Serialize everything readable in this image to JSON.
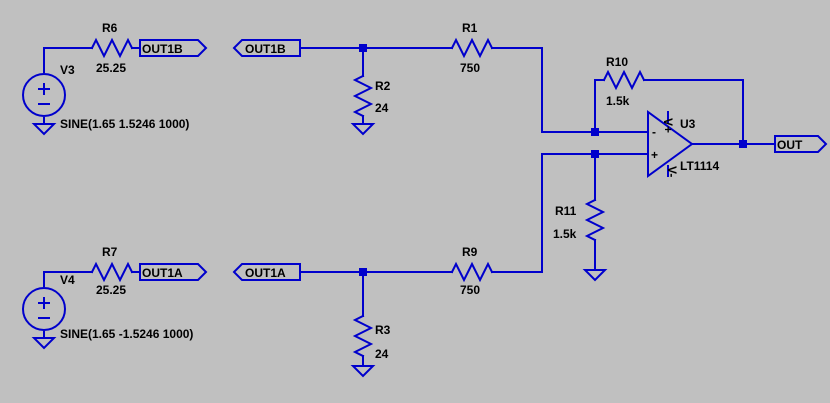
{
  "schematic": {
    "sources": [
      {
        "name": "V3",
        "value": "SINE(1.65 1.5246 1000)"
      },
      {
        "name": "V4",
        "value": "SINE(1.65 -1.5246 1000)"
      }
    ],
    "resistors": [
      {
        "name": "R6",
        "value": "25.25"
      },
      {
        "name": "R7",
        "value": "25.25"
      },
      {
        "name": "R1",
        "value": "750"
      },
      {
        "name": "R9",
        "value": "750"
      },
      {
        "name": "R2",
        "value": "24"
      },
      {
        "name": "R3",
        "value": "24"
      },
      {
        "name": "R10",
        "value": "1.5k"
      },
      {
        "name": "R11",
        "value": "1.5k"
      }
    ],
    "opamp": {
      "name": "U3",
      "part": "LT1114",
      "minus": "-",
      "plus": "+",
      "vplus": "V+",
      "vminus": "V-"
    },
    "net_labels": {
      "out1b_src": "OUT1B",
      "out1b_in": "OUT1B",
      "out1a_src": "OUT1A",
      "out1a_in": "OUT1A",
      "out": "OUT"
    },
    "colors": {
      "background": "#c0c0c0",
      "wire": "#0000cc",
      "text": "#000000"
    }
  }
}
